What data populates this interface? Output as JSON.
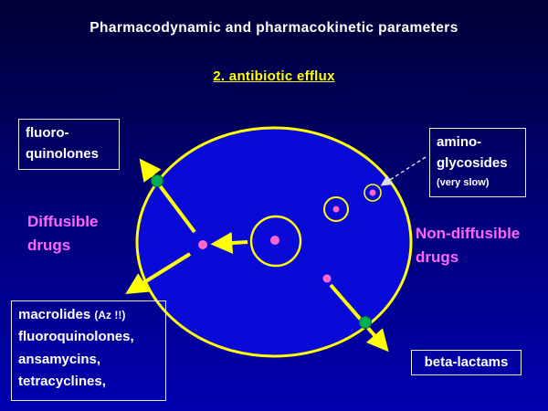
{
  "slide": {
    "title": "Pharmacodynamic and pharmacokinetic parameters",
    "subtitle": "2. antibiotic efflux"
  },
  "labels": {
    "fluoroquinolones": {
      "line1": "fluoro-",
      "line2": "quinolones"
    },
    "aminoglycosides": {
      "line1": "amino-",
      "line2": "glycosides",
      "note": "(very slow)"
    },
    "diffusible": {
      "line1": "Diffusible",
      "line2": "drugs"
    },
    "non_diffusible": {
      "line1": "Non-diffusible",
      "line2": "drugs"
    },
    "macrolides": {
      "line1_main": "macrolides",
      "line1_note": "(Az !!)",
      "line2": "fluoroquinolones,",
      "line3": "ansamycins,",
      "line4": "tetracyclines,"
    },
    "beta_lactams": {
      "text": "beta-lactams"
    }
  },
  "colors": {
    "background_top": "#000036",
    "background_bottom": "#0000b0",
    "cell_fill": "#0a0ad8",
    "outline_yellow": "#ffff00",
    "dot_magenta": "#ff66cc",
    "label_magenta": "#ff66ff",
    "pump_green": "#00b050",
    "text_white": "#ffffff"
  }
}
